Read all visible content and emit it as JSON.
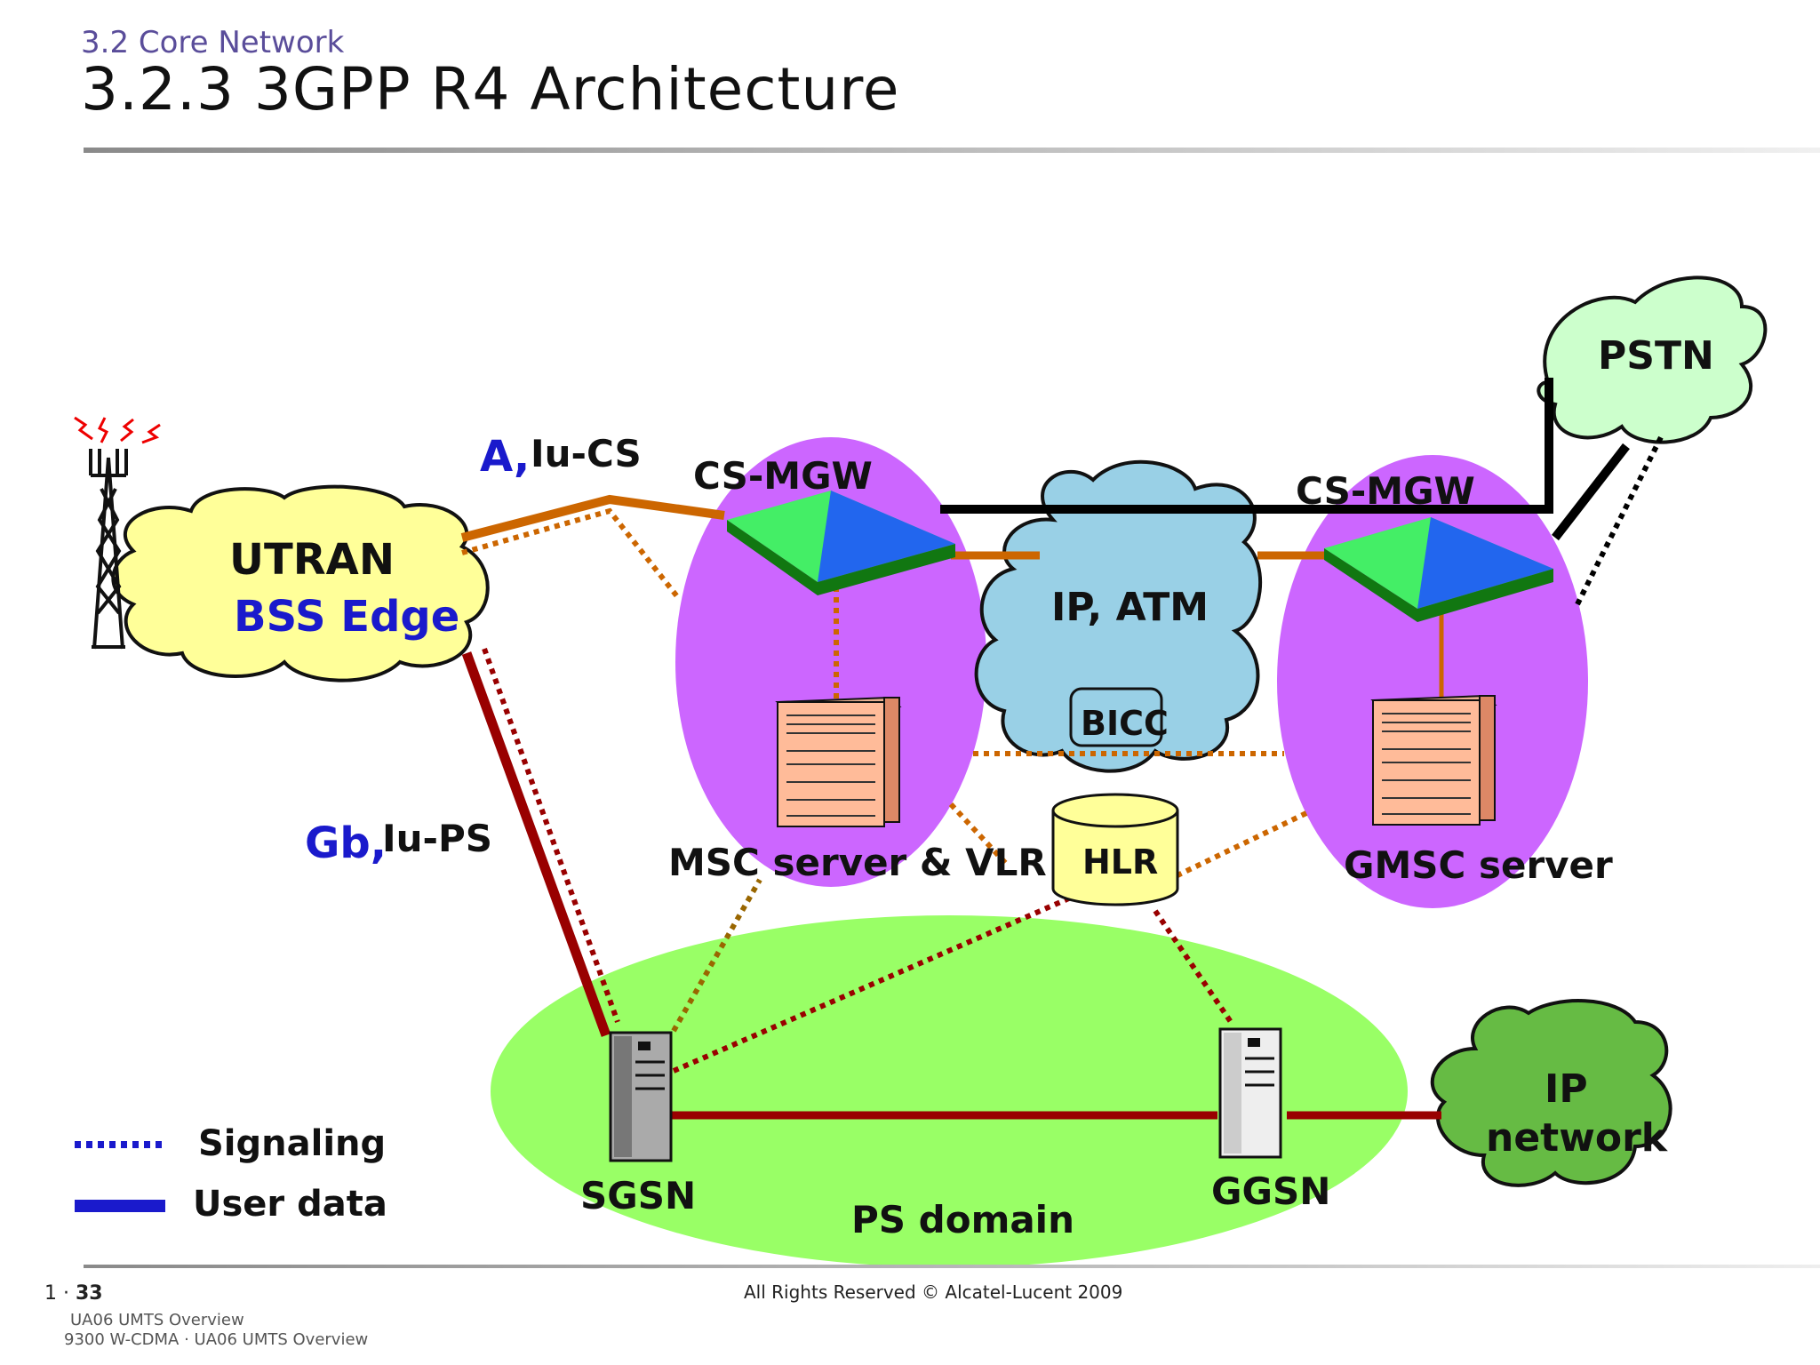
{
  "header": {
    "section": "3.2 Core Network",
    "title": "3.2.3 3GPP R4 Architecture"
  },
  "diagram": {
    "nodes": {
      "utran": "UTRAN",
      "bss_edge": "BSS Edge",
      "cs_mgw_left": "CS-MGW",
      "cs_mgw_right": "CS-MGW",
      "ip_atm": "IP, ATM",
      "bicc": "BICC",
      "pstn": "PSTN",
      "msc_server": "MSC server & VLR",
      "hlr": "HLR",
      "gmsc_server": "GMSC server",
      "sgsn": "SGSN",
      "ggsn": "GGSN",
      "ps_domain": "PS domain",
      "ip_network_line1": "IP",
      "ip_network_line2": "network"
    },
    "interfaces": {
      "a_prefix": "A,",
      "iu_cs": "Iu-CS",
      "gb_prefix": "Gb,",
      "iu_ps": "Iu-PS"
    },
    "legend": {
      "signaling": "Signaling",
      "user_data": "User data"
    },
    "colors": {
      "purple_domain": "#cc66ff",
      "ps_domain": "#99ff66",
      "cloud_yellow": "#ffff99",
      "cloud_blue": "#99d0e6",
      "cloud_mint": "#ccffcc",
      "cloud_green": "#66bb44",
      "link_orange": "#cc6600",
      "link_darkred": "#990000",
      "legend_blue": "#1a1acc",
      "interface_blue": "#1a1acc"
    }
  },
  "footer": {
    "page_prefix": "1 · ",
    "page_number": "33",
    "copyright": "All Rights Reserved © Alcatel-Lucent 2009",
    "course": "UA06 UMTS Overview",
    "product": "9300 W-CDMA · UA06 UMTS Overview"
  }
}
